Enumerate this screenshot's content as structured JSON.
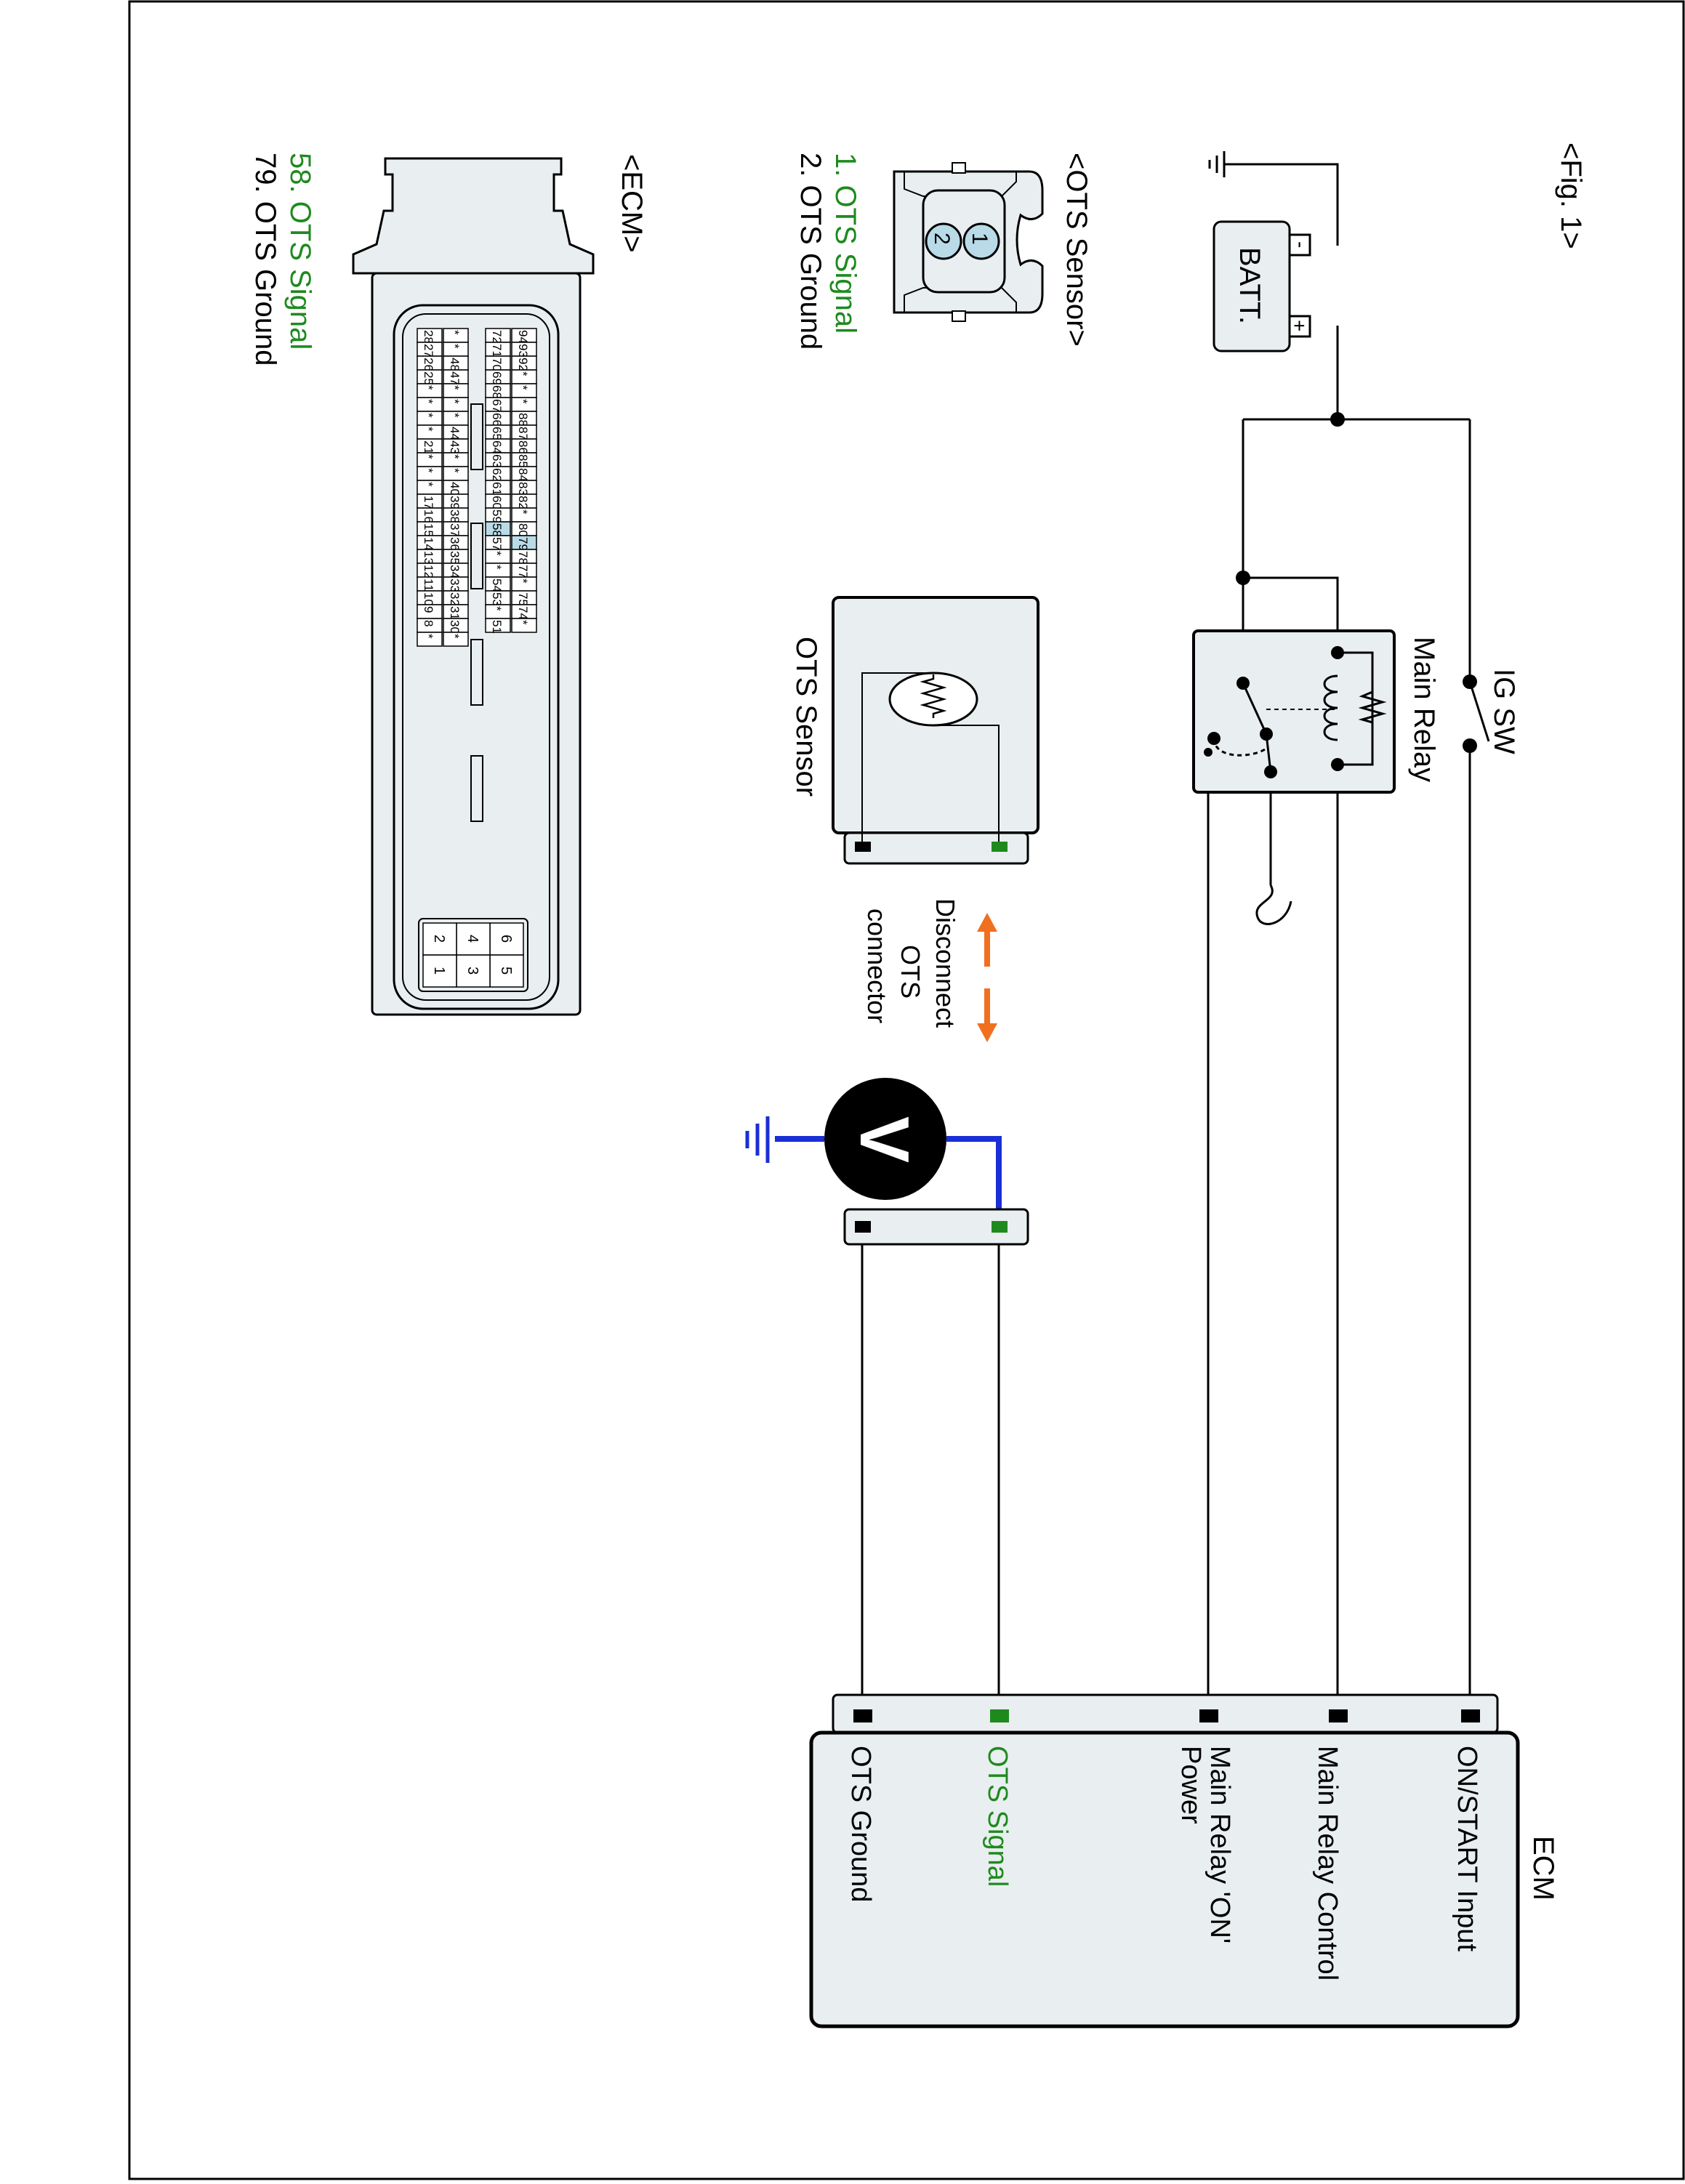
{
  "figure": {
    "label": "<Fig. 1>"
  },
  "ecm": {
    "title": "ECM",
    "pins": [
      {
        "label": "ON/START Input",
        "color": "#000000"
      },
      {
        "label": "Main Relay Control",
        "color": "#000000"
      },
      {
        "label": "Main Relay 'ON'",
        "label2": "Power",
        "color": "#000000"
      },
      {
        "label": "OTS Signal",
        "color": "#1e8a1e"
      },
      {
        "label": "OTS Ground",
        "color": "#000000"
      }
    ]
  },
  "battery": {
    "label": "BATT.",
    "minus": "-",
    "plus": "+"
  },
  "ig_switch": {
    "label": "IG SW"
  },
  "main_relay": {
    "label": "Main Relay"
  },
  "ots_sensor": {
    "label": "OTS Sensor"
  },
  "disconnect": {
    "line1": "Disconnect",
    "line2": "OTS",
    "line3": "connector",
    "arrow_color": "#f07020"
  },
  "voltmeter": {
    "symbol": "V",
    "probe_color": "#1a2fd6"
  },
  "ots_connector": {
    "title": "<OTS Sensor>",
    "pin_numbers": [
      "2",
      "1"
    ],
    "pins": [
      {
        "label": "1. OTS Signal",
        "color": "#1e8a1e"
      },
      {
        "label": "2. OTS Ground",
        "color": "#000000"
      }
    ]
  },
  "ecm_connector": {
    "title": "<ECM>",
    "pins": [
      {
        "label": "58. OTS Signal",
        "color": "#1e8a1e"
      },
      {
        "label": "79. OTS Ground",
        "color": "#000000"
      }
    ],
    "row_a": [
      "94",
      "93",
      "92",
      "*",
      "*",
      "*",
      "88",
      "87",
      "86",
      "85",
      "84",
      "83",
      "82",
      "*",
      "80",
      "79",
      "78",
      "77",
      "*",
      "75",
      "74",
      "*"
    ],
    "row_b": [
      "72",
      "71",
      "70",
      "69",
      "68",
      "67",
      "66",
      "65",
      "64",
      "63",
      "62",
      "61",
      "60",
      "59",
      "58",
      "57",
      "*",
      "*",
      "54",
      "53",
      "*",
      "51"
    ],
    "row_c": [
      "*",
      "*",
      "48",
      "47",
      "*",
      "*",
      "*",
      "44",
      "43",
      "*",
      "*",
      "40",
      "39",
      "38",
      "37",
      "36",
      "35",
      "34",
      "33",
      "32",
      "31",
      "30",
      "*"
    ],
    "row_d": [
      "28",
      "27",
      "26",
      "25",
      "*",
      "*",
      "*",
      "*",
      "21",
      "*",
      "*",
      "*",
      "17",
      "16",
      "15",
      "14",
      "13",
      "12",
      "11",
      "10",
      "9",
      "8",
      "*"
    ],
    "block": [
      [
        "6",
        "5"
      ],
      [
        "4",
        "3"
      ],
      [
        "2",
        "1"
      ]
    ],
    "highlight": [
      "58",
      "79"
    ],
    "highlight_color": "#b9dbe8"
  }
}
